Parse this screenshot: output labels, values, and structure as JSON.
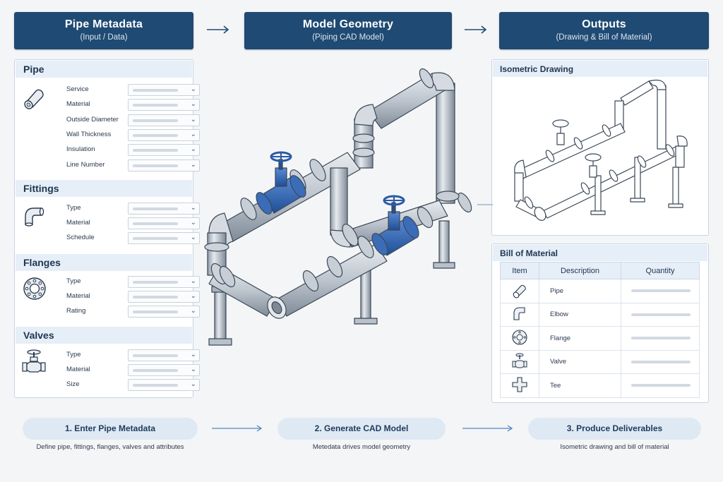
{
  "header": [
    {
      "title": "Pipe Metadata",
      "subtitle": "(Input / Data)"
    },
    {
      "title": "Model Geometry",
      "subtitle": "(Piping CAD Model)"
    },
    {
      "title": "Outputs",
      "subtitle": "(Drawing & Bill of Material)"
    }
  ],
  "metadata": {
    "pipe": {
      "title": "Pipe",
      "fields": [
        "Service",
        "Material",
        "Outside Diameter",
        "Wall Thickness",
        "Insulation",
        "Line Number"
      ]
    },
    "fittings": {
      "title": "Fittings",
      "fields": [
        "Type",
        "Material",
        "Schedule"
      ]
    },
    "flanges": {
      "title": "Flanges",
      "fields": [
        "Type",
        "Material",
        "Rating"
      ]
    },
    "valves": {
      "title": "Valves",
      "fields": [
        "Type",
        "Material",
        "Size"
      ]
    }
  },
  "outputs": {
    "isometric_title": "Isometric Drawing",
    "bom_title": "Bill of Material",
    "bom_columns": [
      "Item",
      "Description",
      "Quantity"
    ],
    "bom_rows": [
      {
        "icon": "pipe-icon",
        "description": "Pipe"
      },
      {
        "icon": "elbow-icon",
        "description": "Elbow"
      },
      {
        "icon": "flange-icon",
        "description": "Flange"
      },
      {
        "icon": "valve-icon",
        "description": "Valve"
      },
      {
        "icon": "tee-icon",
        "description": "Tee"
      }
    ]
  },
  "steps": [
    {
      "label": "1. Enter Pipe Metadata",
      "description": "Define pipe, fittings, flanges, valves and attributes"
    },
    {
      "label": "2. Generate CAD Model",
      "description": "Metedata drives model geometry"
    },
    {
      "label": "3. Produce Deliverables",
      "description": "Isometric drawing and bill of material"
    }
  ],
  "colors": {
    "header": "#1f4a73",
    "accent_valve": "#2f63b0",
    "panel_title": "#e6eef7",
    "step": "#dfe9f4",
    "arrow": "#4f86c6"
  }
}
